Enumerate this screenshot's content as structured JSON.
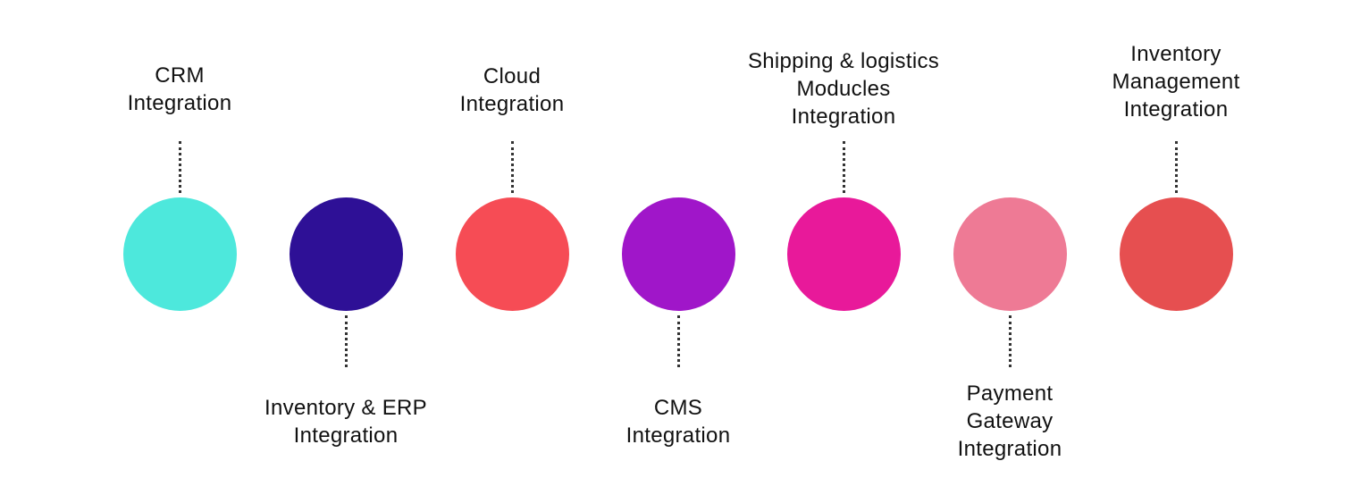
{
  "diagram": {
    "nodes": [
      {
        "id": "crm",
        "color": "#4de8dc",
        "label_position": "above",
        "lines": [
          "CRM",
          "Integration"
        ]
      },
      {
        "id": "inventory-erp",
        "color": "#2e1096",
        "label_position": "below",
        "lines": [
          "Inventory & ERP",
          "Integration"
        ]
      },
      {
        "id": "cloud",
        "color": "#f64c55",
        "label_position": "above",
        "lines": [
          "Cloud",
          "Integration"
        ]
      },
      {
        "id": "cms",
        "color": "#a016c9",
        "label_position": "below",
        "lines": [
          "CMS",
          "Integration"
        ]
      },
      {
        "id": "shipping",
        "color": "#e8199a",
        "label_position": "above",
        "lines": [
          "Shipping & logistics",
          "Moducles",
          "Integration"
        ]
      },
      {
        "id": "payment",
        "color": "#ee7a95",
        "label_position": "below",
        "lines": [
          "Payment",
          "Gateway",
          "Integration"
        ]
      },
      {
        "id": "inventory-management",
        "color": "#e64f50",
        "label_position": "above",
        "lines": [
          "Inventory",
          "Management",
          "Integration"
        ]
      }
    ]
  }
}
